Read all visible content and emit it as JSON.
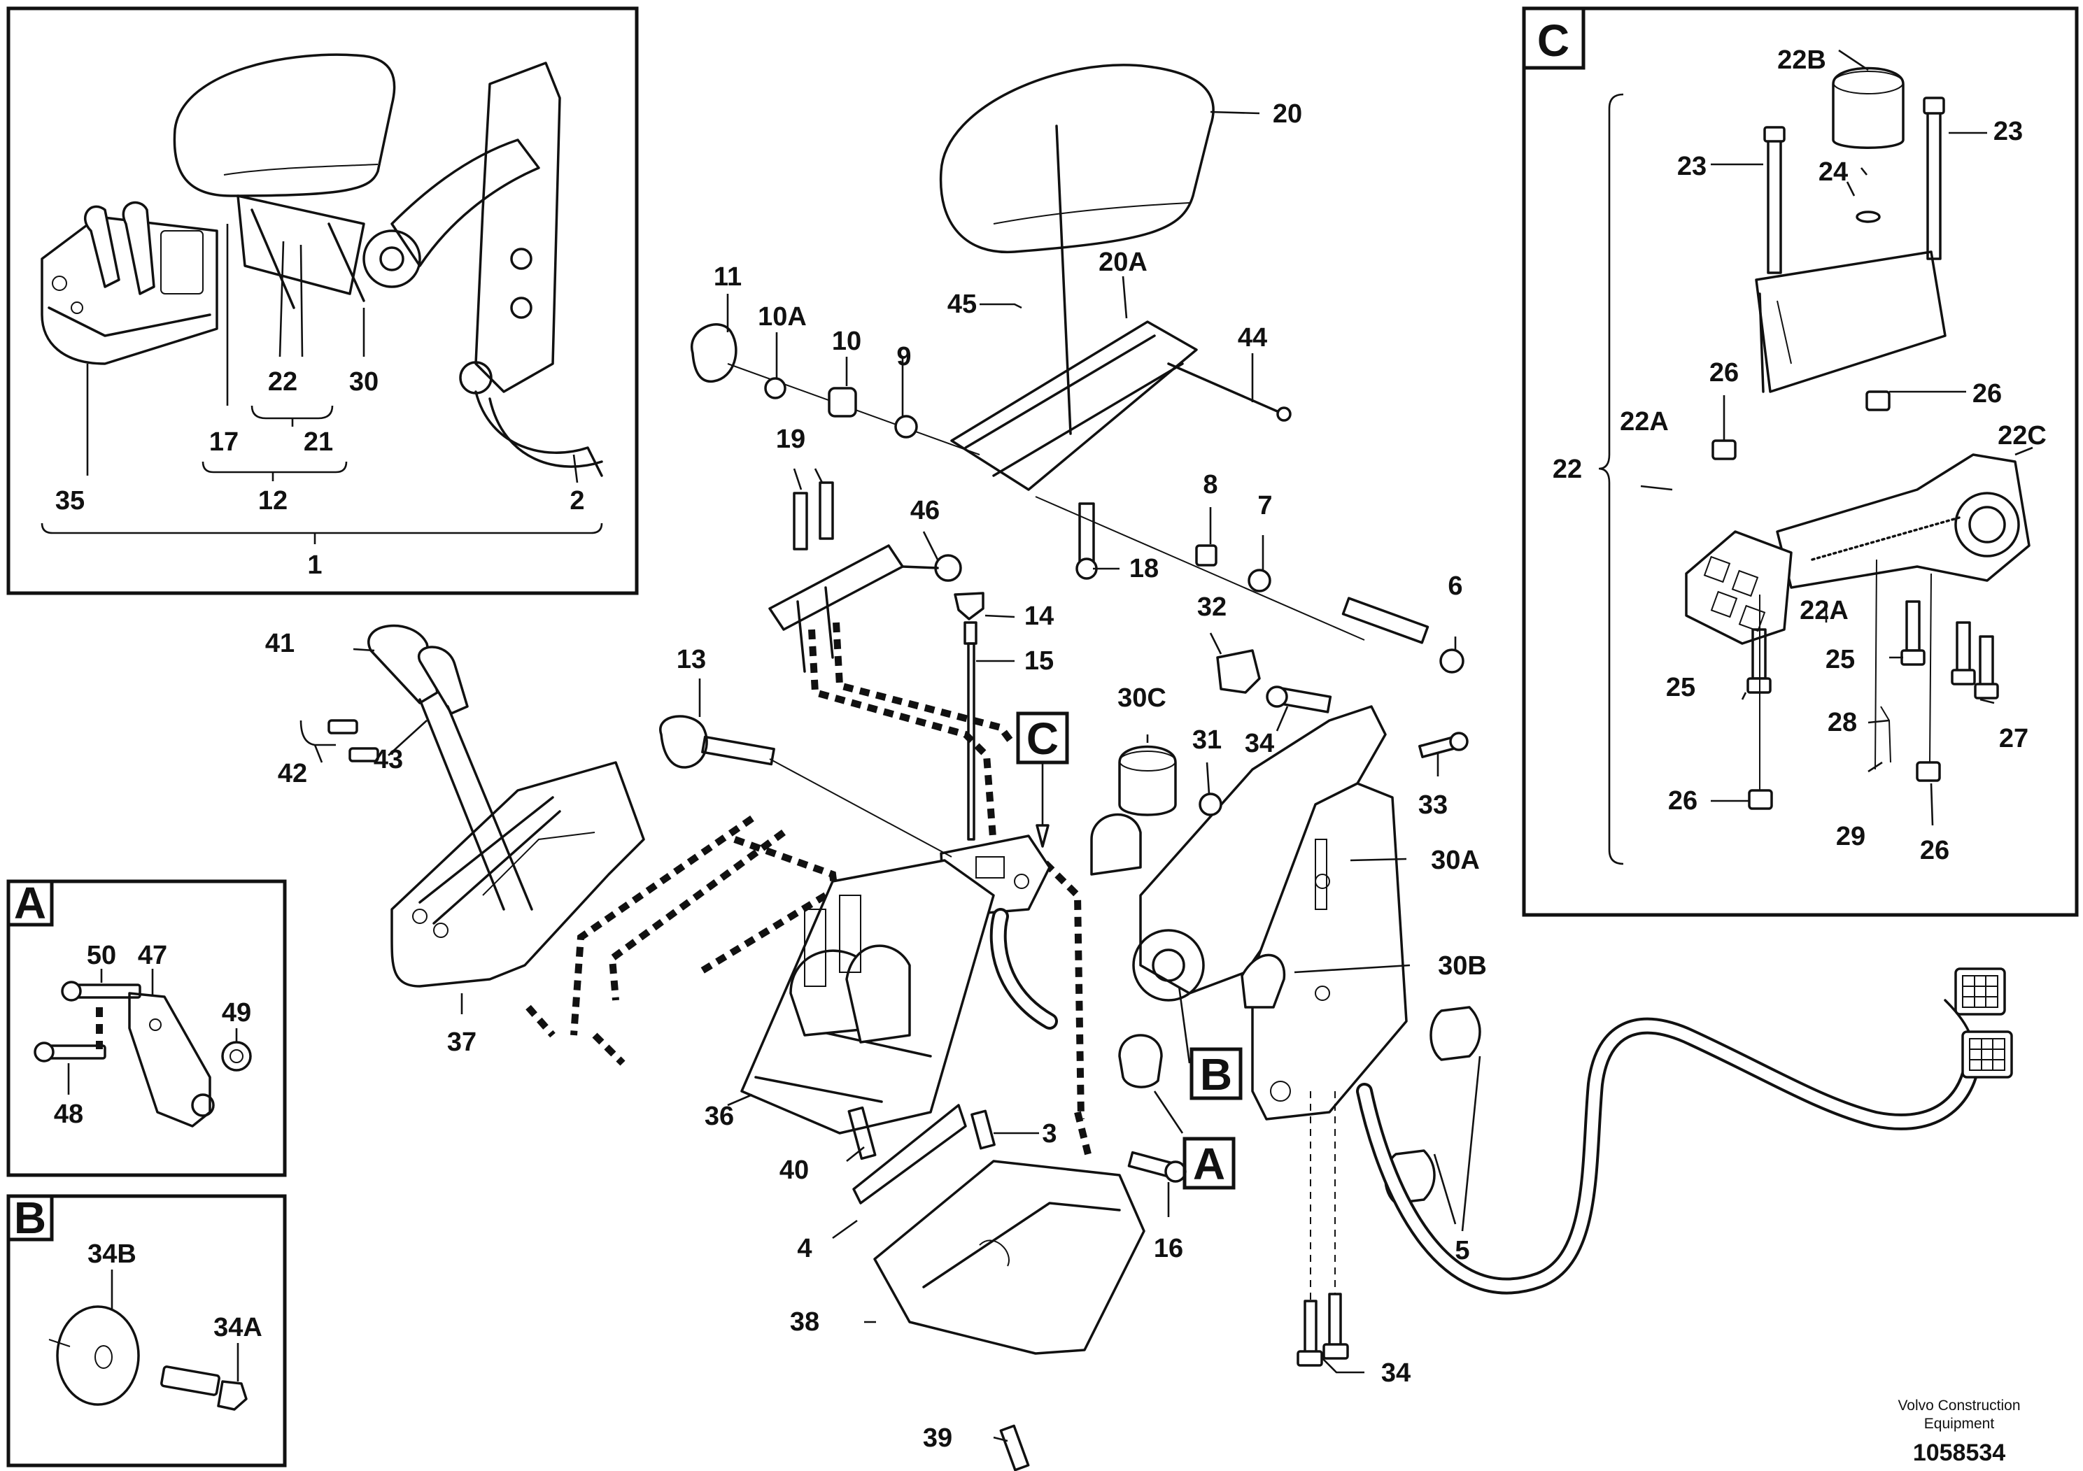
{
  "callout_boxes": {
    "a": "A",
    "b": "B",
    "c": "C"
  },
  "inset_boxes": {
    "a": "A",
    "b": "B",
    "c": "C"
  },
  "part_numbers": {
    "n1": "1",
    "n2": "2",
    "n3": "3",
    "n4": "4",
    "n5": "5",
    "n6": "6",
    "n7": "7",
    "n8": "8",
    "n9": "9",
    "n10": "10",
    "n10a": "10A",
    "n11": "11",
    "n12": "12",
    "n13": "13",
    "n14": "14",
    "n15": "15",
    "n16": "16",
    "n17": "17",
    "n18": "18",
    "n19": "19",
    "n20": "20",
    "n20a": "20A",
    "n21": "21",
    "n22": "22",
    "n22a": "22A",
    "n22b": "22B",
    "n22c": "22C",
    "n23": "23",
    "n24": "24",
    "n25": "25",
    "n26": "26",
    "n27": "27",
    "n28": "28",
    "n29": "29",
    "n30": "30",
    "n30a": "30A",
    "n30b": "30B",
    "n30c": "30C",
    "n31": "31",
    "n32": "32",
    "n33": "33",
    "n34": "34",
    "n34a": "34A",
    "n34b": "34B",
    "n35": "35",
    "n36": "36",
    "n37": "37",
    "n38": "38",
    "n39": "39",
    "n40": "40",
    "n41": "41",
    "n42": "42",
    "n43": "43",
    "n44": "44",
    "n45": "45",
    "n46": "46",
    "n47": "47",
    "n48": "48",
    "n49": "49",
    "n50": "50"
  },
  "footer": {
    "brand_line1": "Volvo Construction",
    "brand_line2": "Equipment",
    "drawing_id": "1058534"
  }
}
